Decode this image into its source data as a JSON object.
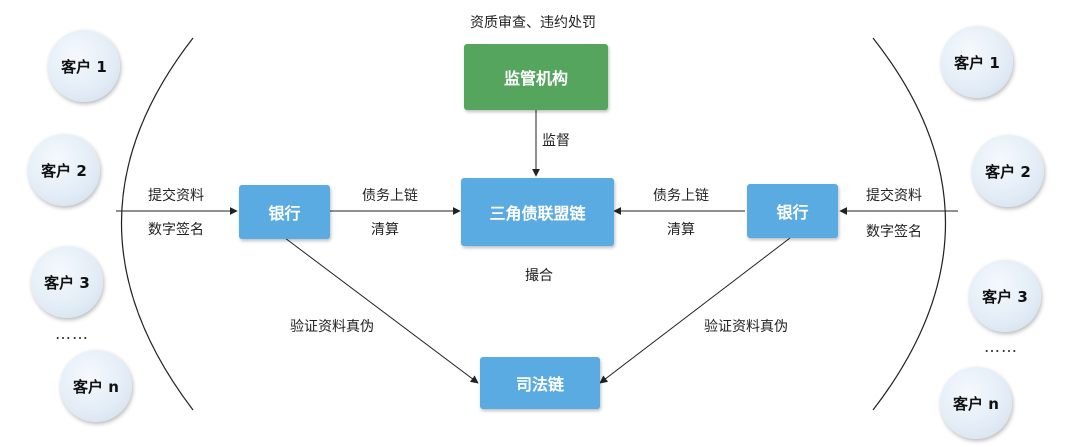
{
  "nodes": {
    "regulator": "监管机构",
    "chain": "三角债联盟链",
    "bank_left": "银行",
    "bank_right": "银行",
    "judicial": "司法链"
  },
  "labels": {
    "regulator_note": "资质审查、违约处罚",
    "supervise": "监督",
    "left_submit": "提交资料",
    "left_sign": "数字签名",
    "left_debt": "债务上链",
    "left_clear": "清算",
    "right_debt": "债务上链",
    "right_clear": "清算",
    "right_submit": "提交资料",
    "right_sign": "数字签名",
    "match": "撮合",
    "left_verify": "验证资料真伪",
    "right_verify": "验证资料真伪"
  },
  "clients_left": [
    "客户 1",
    "客户 2",
    "客户 3",
    "客户 n"
  ],
  "clients_right": [
    "客户 1",
    "客户 2",
    "客户 3",
    "客户 n"
  ],
  "ellipsis": "……",
  "colors": {
    "green": "#55a55e",
    "blue": "#5aabe1",
    "client_fill": "#e2ecf6"
  }
}
